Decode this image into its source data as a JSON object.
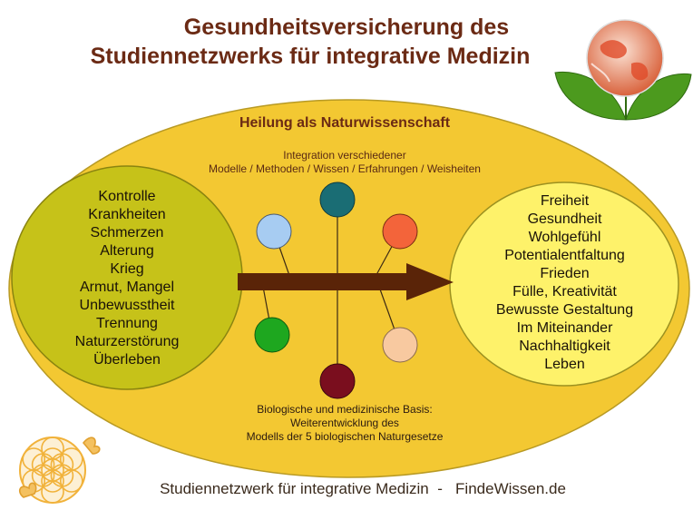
{
  "title": {
    "line1": "Gesundheitsversicherung des",
    "line2": "Studiennetzwerks für integrative Medizin"
  },
  "main_ellipse": {
    "heading": "Heilung als Naturwissenschaft",
    "integration_lines": [
      "Integration verschiedener",
      "Modelle / Methoden / Wissen / Erfahrungen / Weisheiten"
    ],
    "basis_lines": [
      "Biologische und medizinische Basis:",
      "Weiterentwicklung des",
      "Modells der 5 biologischen Naturgesetze"
    ]
  },
  "left_circle_items": [
    "Kontrolle",
    "Krankheiten",
    "Schmerzen",
    "Alterung",
    "Krieg",
    "Armut, Mangel",
    "Unbewusstheit",
    "Trennung",
    "Naturzerstörung",
    "Überleben"
  ],
  "right_circle_items": [
    "Freiheit",
    "Gesundheit",
    "Wohlgefühl",
    "Potentialentfaltung",
    "Frieden",
    "Fülle, Kreativität",
    "Bewusste Gestaltung",
    "Im Miteinander",
    "Nachhaltigkeit",
    "Leben"
  ],
  "colors": {
    "main_ellipse": "#f3c832",
    "left_circle": "#c6c219",
    "right_circle": "#fef26a",
    "arrow": "#5a2408",
    "title": "#6b2a14",
    "node_light_blue": "#a7ccf2",
    "node_teal": "#1a6d74",
    "node_orange": "#f3643a",
    "node_green": "#1ea71f",
    "node_peach": "#f8c9a0",
    "node_maroon": "#7a0e1e"
  },
  "icons": {
    "top_right_logo": "globe-with-leaves-icon",
    "bottom_left_logo": "flower-of-life-butterflies-icon"
  },
  "footer": {
    "text": "Studiennetzwerk für integrative Medizin  -   FindeWissen.de"
  }
}
